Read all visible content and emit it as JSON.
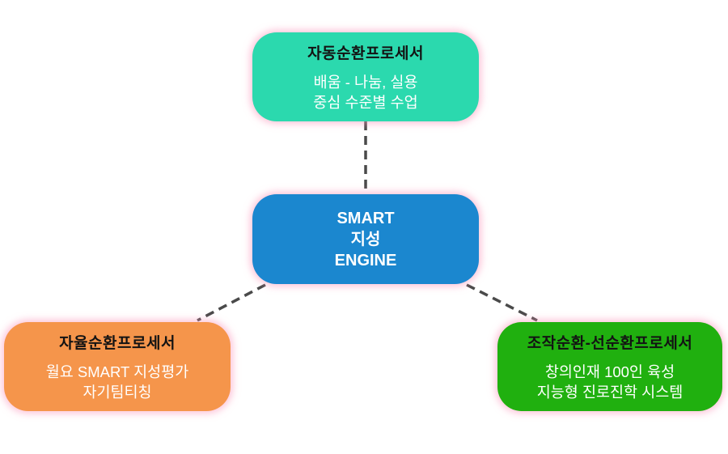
{
  "diagram": {
    "center": {
      "lines": [
        "SMART",
        "지성",
        "ENGINE"
      ],
      "color": "#1b87cf",
      "text_color": "#ffffff"
    },
    "nodes": [
      {
        "id": "top",
        "title": "자동순환프로세서",
        "desc_lines": [
          "배움 - 나눔, 실용",
          "중심 수준별 수업"
        ],
        "color": "#2bd9ae"
      },
      {
        "id": "left",
        "title": "자율순환프로세서",
        "desc_lines": [
          "월요 SMART 지성평가",
          "자기팀티칭"
        ],
        "color": "#f5954b"
      },
      {
        "id": "right",
        "title": "조작순환-선순환프로세서",
        "desc_lines": [
          "창의인재 100인 육성",
          "지능형 진로진학 시스템"
        ],
        "color": "#20b00f"
      }
    ],
    "title_text_color": "#131313",
    "desc_text_color": "#ffffff",
    "connector_color": "#4a4a4a",
    "glow_color": "#fc96b9"
  }
}
